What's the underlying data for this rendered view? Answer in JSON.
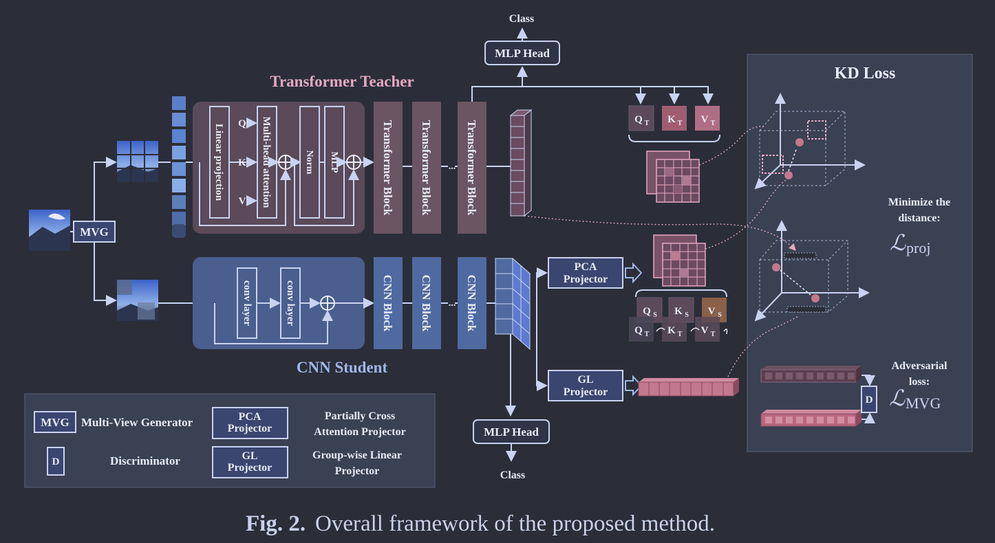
{
  "caption": {
    "fig": "Fig. 2.",
    "text": "Overall framework of the proposed method."
  },
  "top_class": "Class",
  "bottom_class": "Class",
  "mlp_head_top": "MLP Head",
  "mlp_head_bottom": "MLP Head",
  "mvg": "MVG",
  "teacher": {
    "title": "Transformer Teacher",
    "linear_projection": "Linear projection",
    "mha": "Multi-head attention",
    "q": "Q",
    "k": "K",
    "v": "V",
    "norm": "Norm",
    "mlp": "MLP",
    "block": "Transformer Block",
    "dots": "..."
  },
  "student": {
    "title": "CNN Student",
    "conv": "conv layer",
    "block": "CNN Block",
    "dots": "..."
  },
  "projectors": {
    "pca_line1": "PCA",
    "pca_line2": "Projector",
    "gl_line1": "GL",
    "gl_line2": "Projector"
  },
  "qkv": {
    "qt": "Q",
    "kt": "K",
    "vt": "V",
    "qs": "Q",
    "ks": "K",
    "vs": "V",
    "sub_t": "T",
    "sub_s": "S"
  },
  "kd": {
    "title": "KD Loss",
    "minimize_1": "Minimize the",
    "minimize_2": "distance:",
    "proj_loss": "ℒ",
    "proj_sub": "proj",
    "adv_1": "Adversarial",
    "adv_2": "loss:",
    "mvg_loss": "ℒ",
    "mvg_sub": "MVG",
    "d": "D"
  },
  "legend": {
    "mvg_key": "MVG",
    "mvg_desc": "Multi-View Generator",
    "pca_key_1": "PCA",
    "pca_key_2": "Projector",
    "pca_desc_1": "Partially Cross",
    "pca_desc_2": "Attention Projector",
    "d_key": "D",
    "d_desc": "Discriminator",
    "gl_key_1": "GL",
    "gl_key_2": "Projector",
    "gl_desc_1": "Group-wise Linear",
    "gl_desc_2": "Projector"
  },
  "colors": {
    "background": "#2b2e39",
    "teacher_panel": "#5a4a5a",
    "teacher_block": "#6b5562",
    "student_panel": "#4a5f8e",
    "student_block": "#4f6aa0",
    "line": "#c9d3f0",
    "pink": "#e5a9c0",
    "kd_panel": "#3a4153"
  }
}
